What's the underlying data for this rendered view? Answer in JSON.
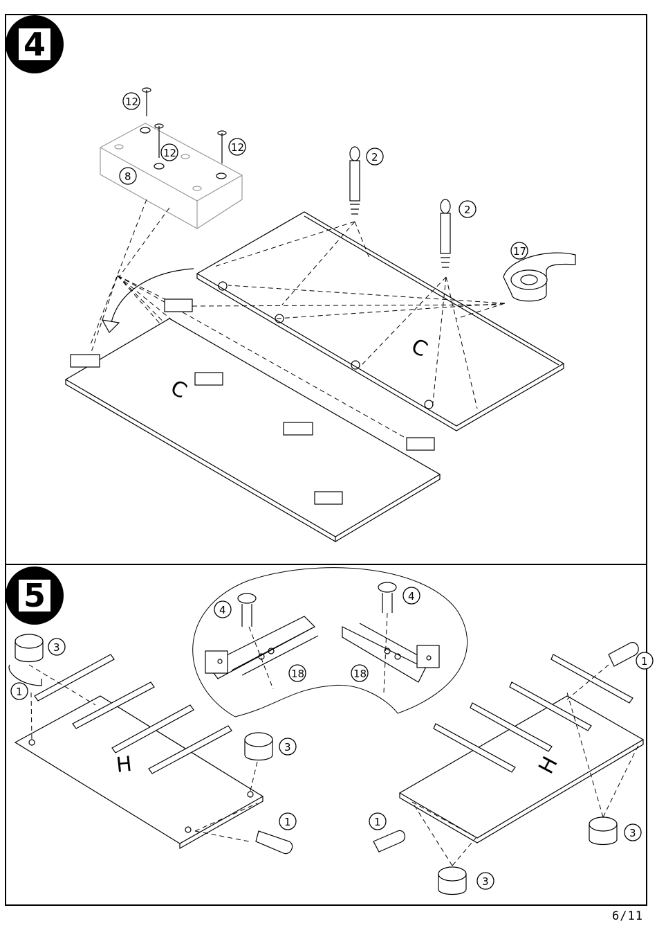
{
  "page": {
    "number": "6/11"
  },
  "steps": [
    {
      "badge": "4",
      "panel_labels": [
        "C",
        "C"
      ],
      "callouts": {
        "screw": "12",
        "block": "8",
        "cam_bolt": "2",
        "cam_lock": "17"
      }
    },
    {
      "badge": "5",
      "panel_labels": [
        "H",
        "H"
      ],
      "callouts": {
        "dowel": "1",
        "cam_lock": "3",
        "screw": "4",
        "rail": "18"
      }
    }
  ]
}
